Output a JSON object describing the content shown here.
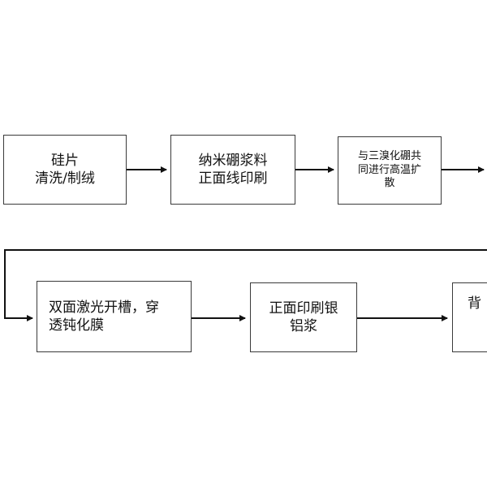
{
  "diagram": {
    "steps": [
      {
        "id": "step1",
        "lines": [
          "硅片",
          "清洗/制绒"
        ]
      },
      {
        "id": "step2",
        "lines": [
          "纳米硼浆料",
          "正面线印刷"
        ]
      },
      {
        "id": "step3",
        "lines": [
          "与三溴化硼共",
          "同进行高温扩",
          "散"
        ]
      },
      {
        "id": "step4",
        "lines": [
          "双面激光开槽，穿",
          "透钝化膜"
        ]
      },
      {
        "id": "step5",
        "lines": [
          "正面印刷银",
          "铝浆"
        ]
      },
      {
        "id": "step6",
        "lines": [
          "背"
        ]
      }
    ]
  }
}
